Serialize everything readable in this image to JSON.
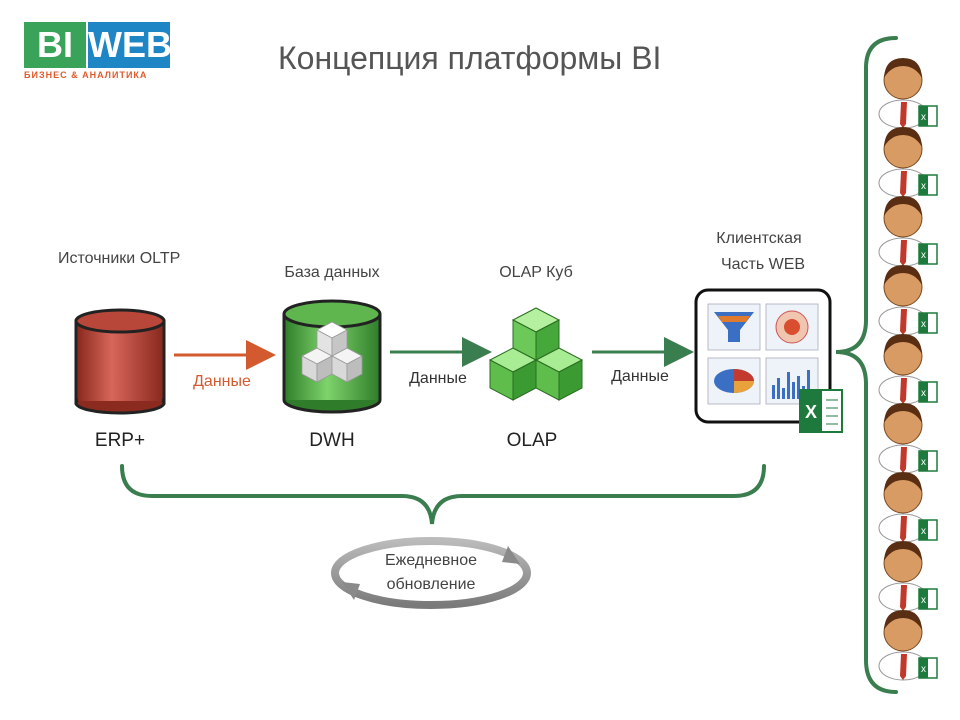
{
  "logo": {
    "bi": "BI",
    "web": "WEB",
    "tagline": "БИЗНЕС & АНАЛИТИКА"
  },
  "title": "Концепция платформы BI",
  "nodes": {
    "erp": {
      "top_label": "Источники OLTP",
      "bottom_label": "ERP+"
    },
    "dwh": {
      "top_label": "База данных",
      "bottom_label": "DWH"
    },
    "olap": {
      "top_label": "OLAP Куб",
      "bottom_label": "OLAP"
    },
    "client": {
      "top_label_1": "Клиентская",
      "top_label_2": "Часть WEB"
    }
  },
  "flows": {
    "erp_to_dwh": "Данные",
    "dwh_to_olap": "Данные",
    "olap_to_client": "Данные"
  },
  "cycle": {
    "line1": "Ежедневное",
    "line2": "обновление"
  },
  "users_count": 9,
  "colors": {
    "green": "#3a7d4e",
    "red_arrow": "#d35a2e",
    "logo_green": "#3aa35a",
    "logo_blue": "#1f86c6"
  }
}
